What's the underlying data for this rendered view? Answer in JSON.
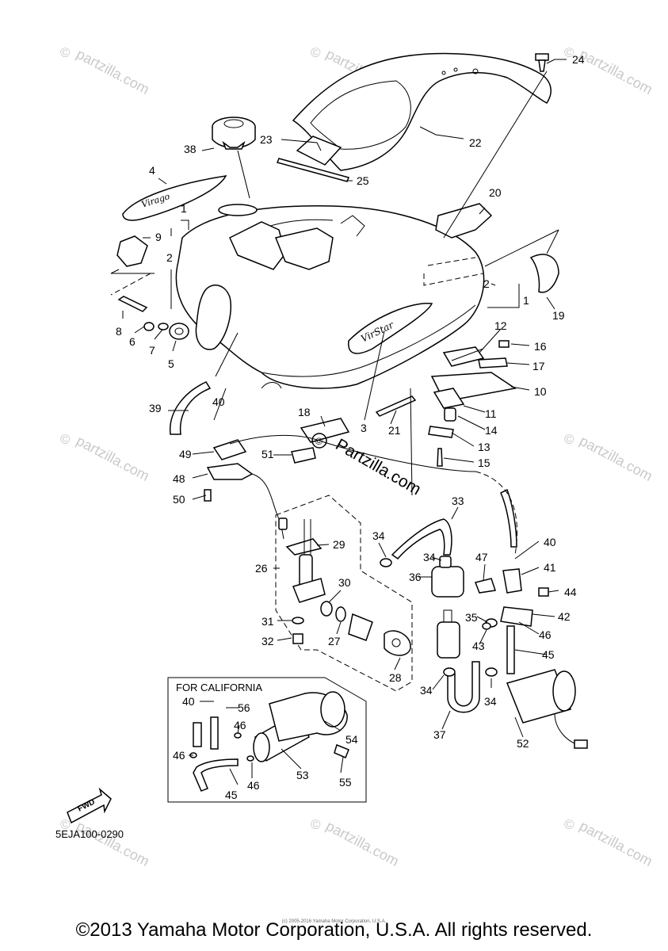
{
  "diagram": {
    "callouts": [
      "1",
      "2",
      "3",
      "4",
      "5",
      "6",
      "7",
      "8",
      "9",
      "10",
      "11",
      "12",
      "13",
      "14",
      "15",
      "16",
      "17",
      "18",
      "19",
      "20",
      "21",
      "22",
      "23",
      "24",
      "25",
      "26",
      "27",
      "28",
      "29",
      "30",
      "31",
      "32",
      "33",
      "34",
      "35",
      "36",
      "37",
      "38",
      "39",
      "40",
      "41",
      "42",
      "43",
      "44",
      "45",
      "46",
      "47",
      "48",
      "49",
      "50",
      "51",
      "52",
      "53",
      "54",
      "55",
      "56"
    ],
    "california_label": "FOR CALIFORNIA",
    "diagram_code": "5EJA100-0290",
    "fwd_label": "FWD"
  },
  "watermark": {
    "site": "Partzilla.com",
    "copyright_mark": "©",
    "repeat": "partzilla.com"
  },
  "footer": {
    "copyright": "©2013 Yamaha Motor Corporation, U.S.A. All rights reserved.",
    "fine_print": "(c) 2005-2016 Yamaha Motor Corporation, U.S.A."
  }
}
